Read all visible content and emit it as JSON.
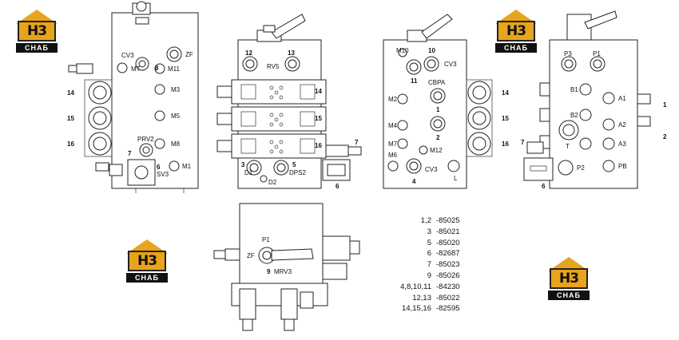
{
  "logos": [
    {
      "mark": "H3",
      "text": "СНАБ"
    },
    {
      "mark": "H3",
      "text": "СНАБ"
    },
    {
      "mark": "H3",
      "text": "СНАБ"
    },
    {
      "mark": "H3",
      "text": "СНАБ"
    }
  ],
  "view1": {
    "labels": {
      "cv3": "CV3",
      "n8": "8",
      "zf": "ZF",
      "mt": "MT",
      "m11": "M11",
      "m3": "M3",
      "m5": "M5",
      "m8": "M8",
      "prv2": "PRV2",
      "n7": "7",
      "n6": "6",
      "sv3": "SV3",
      "m1": "M1",
      "n14": "14",
      "n15": "15",
      "n16": "16"
    }
  },
  "view2": {
    "labels": {
      "n12": "12",
      "n13": "13",
      "rv5": "RV5",
      "n14": "14",
      "n15": "15",
      "n16": "16",
      "n7": "7",
      "n3": "3",
      "n5": "5",
      "d1": "D1",
      "dps2": "DPS2",
      "d2": "D2",
      "n6": "6"
    }
  },
  "view3": {
    "labels": {
      "m10": "M10",
      "n10": "10",
      "cv3": "CV3",
      "n11": "11",
      "cbpa": "CBPA",
      "m2": "M2",
      "n1": "1",
      "m4": "M4",
      "n2": "2",
      "m7": "M7",
      "m12": "M12",
      "m6": "M6",
      "cv3b": "CV3",
      "n4": "4",
      "l": "L",
      "n14": "14",
      "n15": "15",
      "n16": "16"
    }
  },
  "view4": {
    "labels": {
      "p3": "P3",
      "p1": "P1",
      "b1": "B1",
      "a1": "A1",
      "n1": "1",
      "b2": "B2",
      "a2": "A2",
      "n2": "2",
      "n7": "7",
      "t": "T",
      "a3": "A3",
      "p2": "P2",
      "pb": "PB",
      "n6": "6"
    }
  },
  "view5": {
    "labels": {
      "p1": "P1",
      "zf": "ZF",
      "n9": "9",
      "mrv3": "MRV3"
    }
  },
  "legend": [
    {
      "key": "1,2",
      "value": "-85025"
    },
    {
      "key": "3",
      "value": "-85021"
    },
    {
      "key": "5",
      "value": "-85020"
    },
    {
      "key": "6",
      "value": "-82687"
    },
    {
      "key": "7",
      "value": "-85023"
    },
    {
      "key": "9",
      "value": "-85026"
    },
    {
      "key": "4,8,10,11",
      "value": "-84230"
    },
    {
      "key": "12,13",
      "value": "-85022"
    },
    {
      "key": "14,15,16",
      "value": "-82595"
    }
  ],
  "colors": {
    "logo_accent": "#e8a41c",
    "line": "#222222"
  }
}
